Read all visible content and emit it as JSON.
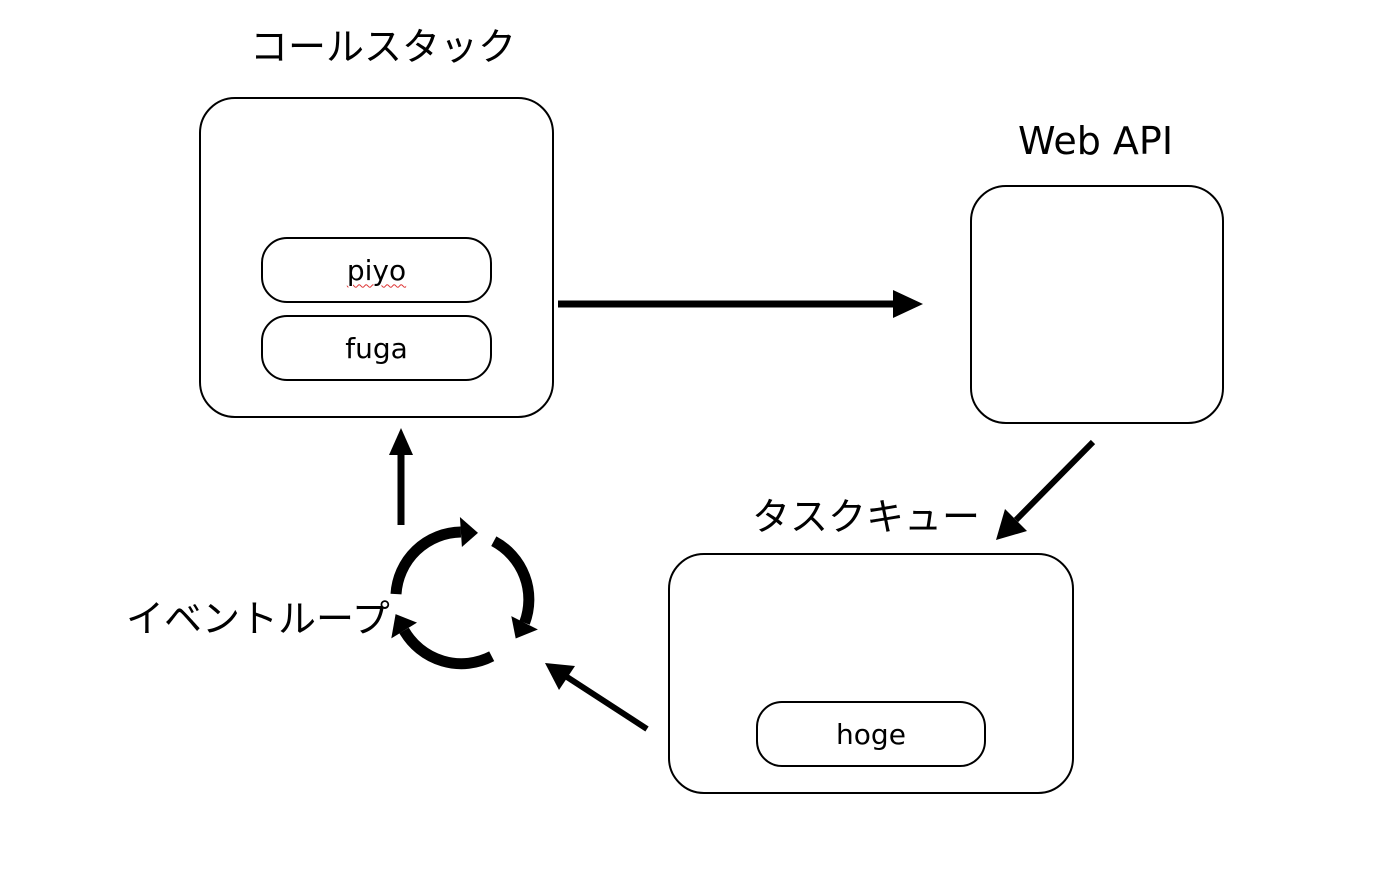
{
  "labels": {
    "call_stack": "コールスタック",
    "web_api": "Web API",
    "task_queue": "タスクキュー",
    "event_loop": "イベントループ"
  },
  "call_stack": {
    "items": [
      "piyo",
      "fuga"
    ]
  },
  "task_queue": {
    "items": [
      "hoge"
    ]
  },
  "colors": {
    "stroke": "#000000",
    "background": "#ffffff",
    "spellcheck_underline": "#dd3333"
  }
}
